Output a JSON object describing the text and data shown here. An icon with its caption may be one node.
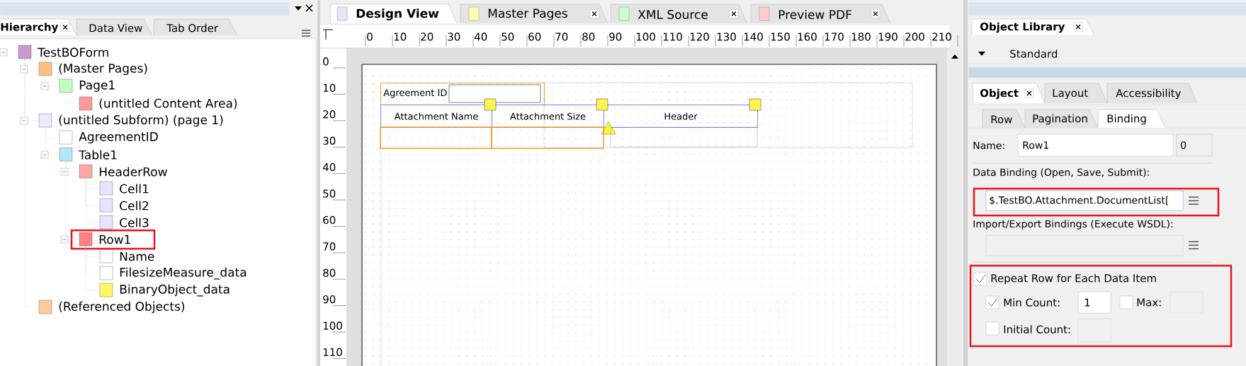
{
  "diagram": {
    "nodes": [
      {
        "text": [
          "TestBOForm"
        ]
      },
      {
        "text": [
          "(Master Pages)"
        ]
      },
      {
        "text": [
          "Page1"
        ]
      },
      {
        "text": [
          "(untitled Content Area)"
        ]
      },
      {
        "text": [
          "(untitled Subform) (page 1)"
        ]
      },
      {
        "text": [
          "AgreementID"
        ]
      },
      {
        "text": [
          "Table1"
        ]
      },
      {
        "text": [
          "HeaderRow"
        ]
      },
      {
        "text": [
          "Cell1"
        ]
      },
      {
        "text": [
          "Cell2"
        ]
      },
      {
        "text": [
          "Cell3"
        ]
      },
      {
        "text": [
          "Row1"
        ]
      },
      {
        "text": [
          "Name"
        ]
      },
      {
        "text": [
          "FilesizeMeasure_data"
        ]
      },
      {
        "text": [
          "BinaryObject_data"
        ]
      },
      {
        "text": [
          "(Referenced Objects)"
        ]
      },
      {
        "text": [
          "Agreement ID"
        ]
      },
      {
        "text": [
          "Attachment Name"
        ]
      },
      {
        "text": [
          "Attachment Size"
        ]
      },
      {
        "text": [
          "Header"
        ]
      },
      {
        "text": [
          "$.TestBO.Attachment.DocumentList["
        ]
      },
      {
        "text": [
          "Repeat Row for Each Data Item",
          "Min Count:",
          "1",
          "Max:",
          "Initial Count:"
        ]
      },
      {
        "text": [],
        "shape": "bar"
      },
      {
        "text": [],
        "shape": "bar"
      },
      {
        "text": [],
        "shape": "bar"
      }
    ],
    "edges": [
      {
        "from": 0,
        "to": 1,
        "arrow": "none",
        "style": "dashed"
      },
      {
        "from": 1,
        "to": 2,
        "arrow": "none",
        "style": "dashed"
      },
      {
        "from": 2,
        "to": 3,
        "arrow": "none",
        "style": "dashed"
      },
      {
        "from": 0,
        "to": 4,
        "arrow": "none",
        "style": "dashed"
      },
      {
        "from": 4,
        "to": 5,
        "arrow": "none",
        "style": "dashed"
      },
      {
        "from": 4,
        "to": 6,
        "arrow": "none",
        "style": "dashed"
      },
      {
        "from": 6,
        "to": 7,
        "arrow": "none",
        "style": "dashed"
      },
      {
        "from": 7,
        "to": 8,
        "arrow": "none",
        "style": "dashed"
      },
      {
        "from": 7,
        "to": 9,
        "arrow": "none",
        "style": "dashed"
      },
      {
        "from": 7,
        "to": 10,
        "arrow": "none",
        "style": "dashed"
      },
      {
        "from": 6,
        "to": 11,
        "arrow": "none",
        "style": "dashed"
      },
      {
        "from": 11,
        "to": 12,
        "arrow": "none",
        "style": "dashed"
      },
      {
        "from": 11,
        "to": 13,
        "arrow": "none",
        "style": "dashed"
      },
      {
        "from": 11,
        "to": 14,
        "arrow": "none",
        "style": "dashed"
      },
      {
        "from": 0,
        "to": 15,
        "arrow": "none",
        "style": "dashed"
      }
    ],
    "labels": [
      "Hierarchy",
      "Data View",
      "Tab Order",
      "Design View",
      "Master Pages",
      "XML Source",
      "Preview PDF",
      "0",
      "10",
      "20",
      "30",
      "40",
      "50",
      "60",
      "70",
      "80",
      "90",
      "100",
      "110",
      "120",
      "130",
      "140",
      "150",
      "160",
      "170",
      "180",
      "190",
      "200",
      "210",
      "0",
      "10",
      "20",
      "30",
      "40",
      "50",
      "60",
      "70",
      "80",
      "90",
      "100",
      "110",
      "Object Library",
      "Standard",
      "Object",
      "Layout",
      "Accessibility",
      "Row",
      "Pagination",
      "Binding",
      "Name:",
      "Row1",
      "0",
      "Data Binding (Open, Save, Submit):",
      "Import/Export Bindings (Execute WSDL):"
    ]
  }
}
